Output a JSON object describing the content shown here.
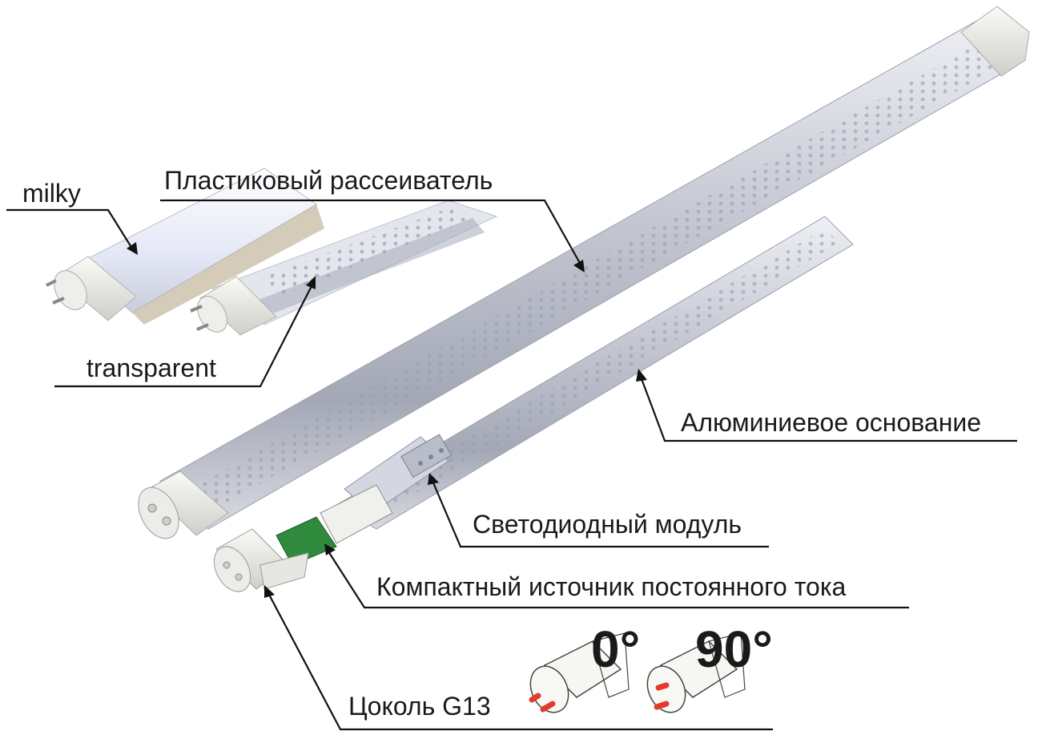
{
  "labels": {
    "milky": "milky",
    "transparent": "transparent",
    "diffuser": "Пластиковый рассеиватель",
    "aluminum_base": "Алюминиевое основание",
    "led_module": "Светодиодный модуль",
    "driver": "Компактный источник постоянного тока",
    "socket": "Цоколь G13"
  },
  "rotation": {
    "zero": "0°",
    "ninety": "90°"
  },
  "colors": {
    "tube_body": "#cfd2dc",
    "tube_shade": "#9aa0b0",
    "end_cap": "#e8e8e4",
    "milky_tube": "#eef0f8",
    "pcb_green": "#2f8a3e",
    "pin_red": "#e23a2e",
    "leader_line": "#111111"
  }
}
